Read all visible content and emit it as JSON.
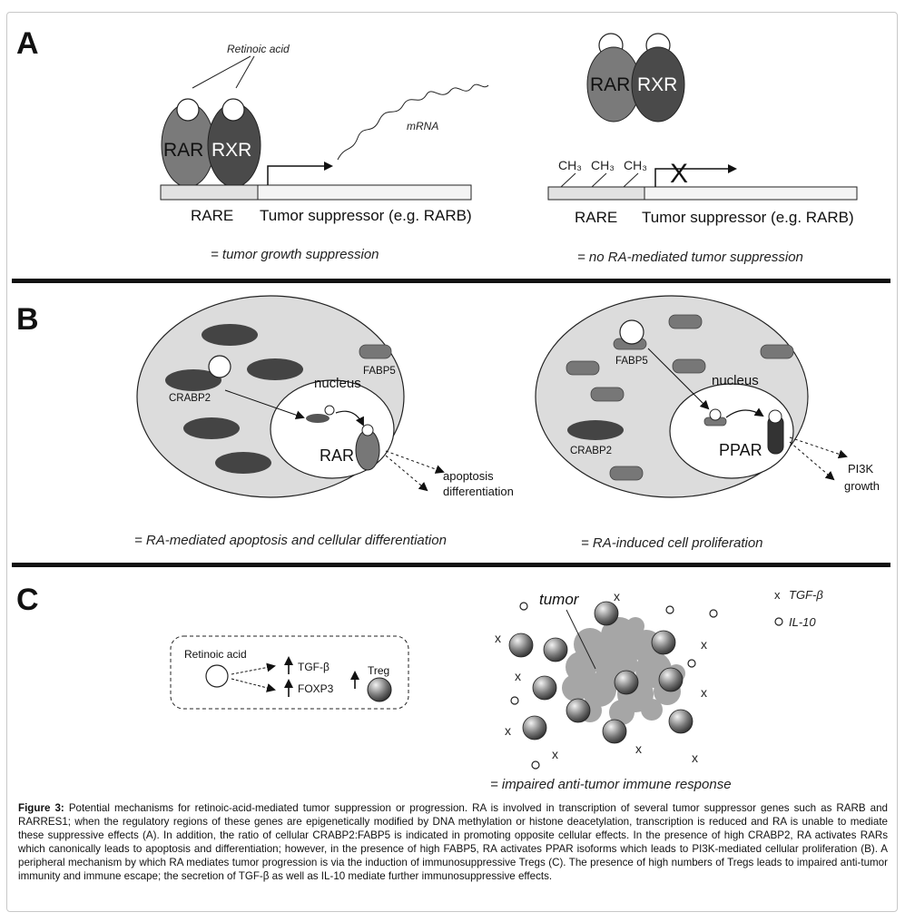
{
  "panelA": {
    "letter": "A",
    "retinoic_acid": "Retinoic acid",
    "rar": "RAR",
    "rxr": "RXR",
    "mrna": "mRNA",
    "rare": "RARE",
    "tumor_suppressor": "Tumor suppressor (e.g. RARB)",
    "ch3": "CH₃",
    "x_mark": "X",
    "left_result": "= tumor growth suppression",
    "right_result": "= no RA-mediated tumor suppression"
  },
  "panelB": {
    "letter": "B",
    "nucleus": "nucleus",
    "fabp5": "FABP5",
    "crabp2": "CRABP2",
    "rar": "RAR",
    "ppar": "PPAR",
    "apoptosis": "apoptosis",
    "differentiation": "differentiation",
    "pi3k": "PI3K",
    "growth": "growth",
    "left_result": "= RA-mediated apoptosis and cellular differentiation",
    "right_result": "= RA-induced cell proliferation"
  },
  "panelC": {
    "letter": "C",
    "retinoic_acid": "Retinoic acid",
    "tgfb": "TGF-β",
    "foxp3": "FOXP3",
    "treg": "Treg",
    "tumor": "tumor",
    "legend_x": "x",
    "legend_tgfb": "TGF-β",
    "legend_il10": "IL-10",
    "result": "= impaired anti-tumor immune response"
  },
  "caption": {
    "label": "Figure 3:",
    "text": " Potential mechanisms for retinoic-acid-mediated tumor suppression or progression. RA is involved in transcription of several tumor suppressor genes such as RARB and RARRES1; when the regulatory regions of these genes are epigenetically modified by DNA methylation or histone deacetylation, transcription is reduced and RA is unable to mediate these suppressive effects (A). In addition, the ratio of cellular CRABP2:FABP5 is indicated in promoting opposite cellular effects. In the presence of high CRABP2, RA activates RARs which canonically leads to apoptosis and differentiation; however, in the presence of high FABP5, RA activates PPAR isoforms which leads to PI3K-mediated cellular proliferation (B). A peripheral mechanism by which RA mediates tumor progression is via the induction of immunosuppressive Tregs (C). The presence of high numbers of Tregs leads to impaired anti-tumor immunity and immune escape; the secretion of TGF-β as well as IL-10 mediate further immunosuppressive effects."
  }
}
